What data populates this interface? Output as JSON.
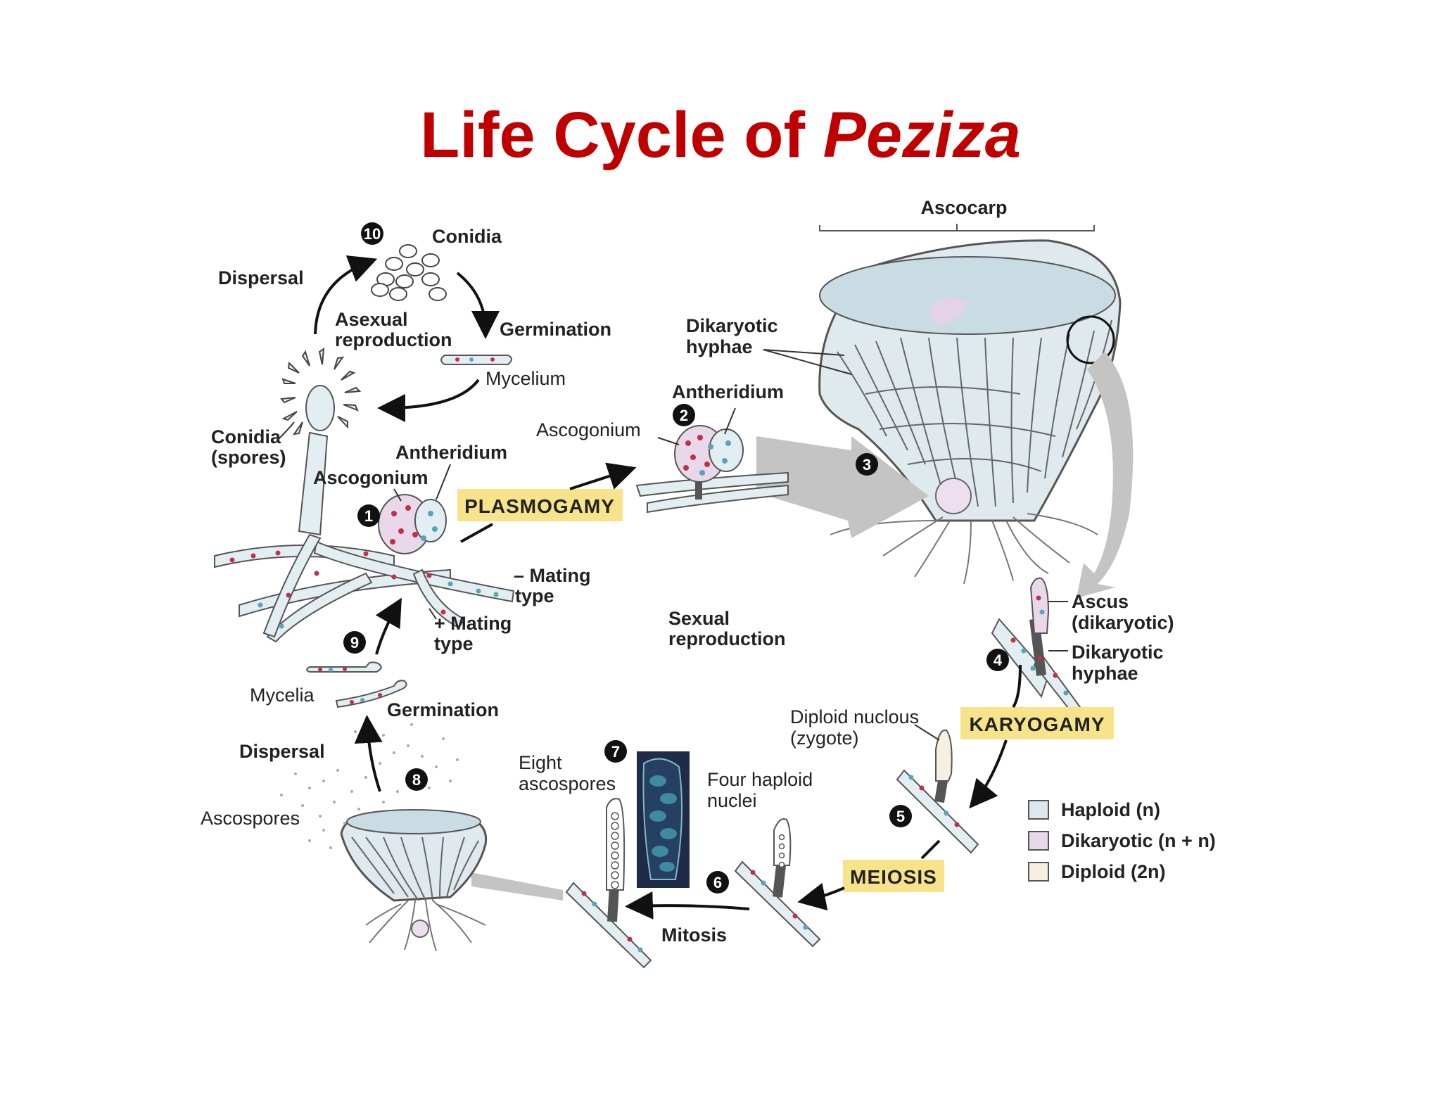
{
  "title": {
    "main": "Life Cycle of ",
    "italic": "Peziza"
  },
  "labels": {
    "ascocarp": "Ascocarp",
    "conidia_top": "Conidia",
    "dispersal_top": "Dispersal",
    "asexual_1": "Asexual",
    "asexual_2": "reproduction",
    "germination_top": "Germination",
    "mycelium": "Mycelium",
    "conidia_spores_1": "Conidia",
    "conidia_spores_2": "(spores)",
    "antheridium_left": "Antheridium",
    "ascogonium_left": "Ascogonium",
    "minus_mating_1": "– Mating",
    "minus_mating_2": "type",
    "plus_mating_1": "+ Mating",
    "plus_mating_2": "type",
    "ascogonium_mid": "Ascogonium",
    "antheridium_mid": "Antheridium",
    "dikaryotic_hyphae_top_1": "Dikaryotic",
    "dikaryotic_hyphae_top_2": "hyphae",
    "sexual_1": "Sexual",
    "sexual_2": "reproduction",
    "ascus_1": "Ascus",
    "ascus_2": "(dikaryotic)",
    "dikaryotic_hyphae_right_1": "Dikaryotic",
    "dikaryotic_hyphae_right_2": "hyphae",
    "diploid_nucleus_1": "Diploid nuclous",
    "diploid_nucleus_2": "(zygote)",
    "four_haploid_1": "Four haploid",
    "four_haploid_2": "nuclei",
    "eight_ascospores_1": "Eight",
    "eight_ascospores_2": "ascospores",
    "mitosis": "Mitosis",
    "mycelia": "Mycelia",
    "germination_bottom": "Germination",
    "dispersal_bottom": "Dispersal",
    "ascospores": "Ascospores"
  },
  "stages": {
    "plasmogamy": "PLASMOGAMY",
    "karyogamy": "KARYOGAMY",
    "meiosis": "MEIOSIS"
  },
  "steps": [
    "1",
    "2",
    "3",
    "4",
    "5",
    "6",
    "7",
    "8",
    "9",
    "10"
  ],
  "legend": [
    {
      "label": "Haploid (n)",
      "color": "#dce7ee"
    },
    {
      "label": "Dikaryotic (n + n)",
      "color": "#e8d8ea"
    },
    {
      "label": "Diploid (2n)",
      "color": "#f6efe2"
    }
  ],
  "colors": {
    "title": "#c00000",
    "highlight": "#f7e48a",
    "hypha": "#e3eef3",
    "red_nucleus": "#c0304a",
    "blue_nucleus": "#5aa3b8",
    "arrow_gray": "#c4c4c4"
  }
}
